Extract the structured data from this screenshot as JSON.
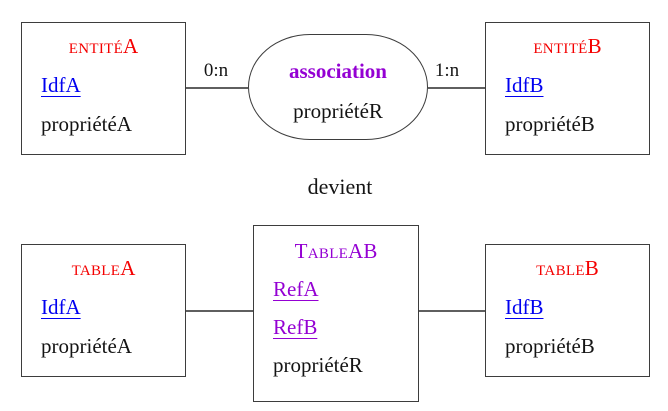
{
  "colors": {
    "red": "#f40000",
    "blue": "#0000f0",
    "purple": "#9400d3",
    "ink": "#141414",
    "border": "#3d3d3d",
    "line": "#5f5f5f"
  },
  "mcd": {
    "entity_a": {
      "title_sc": "entité",
      "title_rest": "A",
      "identifier": "IdfA",
      "attribute": "propriétéA"
    },
    "association": {
      "name": "association",
      "attribute": "propriétéR"
    },
    "entity_b": {
      "title_sc": "entité",
      "title_rest": "B",
      "identifier": "IdfB",
      "attribute": "propriétéB"
    },
    "left_cardinality": "0:n",
    "right_cardinality": "1:n"
  },
  "transition": {
    "label": "devient"
  },
  "mld": {
    "table_a": {
      "title_sc": "table",
      "title_rest": "A",
      "identifier": "IdfA",
      "attribute": "propriétéA"
    },
    "table_ab": {
      "title_sc": "Table",
      "title_rest": "AB",
      "ref_a": "RefA",
      "ref_b": "RefB",
      "attribute": "propriétéR"
    },
    "table_b": {
      "title_sc": "table",
      "title_rest": "B",
      "identifier": "IdfB",
      "attribute": "propriétéB"
    }
  }
}
